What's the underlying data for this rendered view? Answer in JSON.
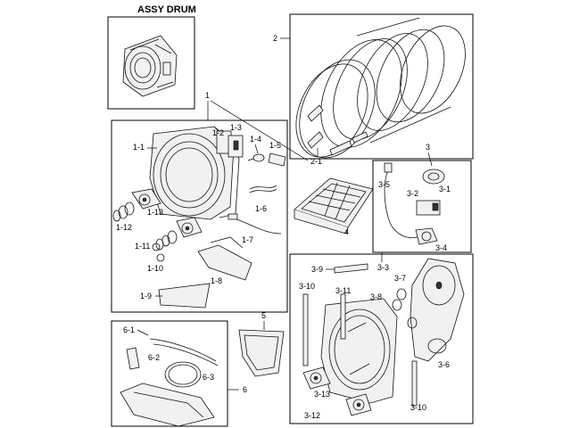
{
  "diagram": {
    "title": "ASSY DRUM",
    "labels": {
      "l1": "1",
      "l1_1": "1-1",
      "l1_2": "1-2",
      "l1_3": "1-3",
      "l1_4": "1-4",
      "l1_5": "1-5",
      "l1_6": "1-6",
      "l1_7": "1-7",
      "l1_8": "1-8",
      "l1_9": "1-9",
      "l1_10": "1-10",
      "l1_11": "1-11",
      "l1_12": "1-12",
      "l1_13": "1-13",
      "l2": "2",
      "l2_1": "2-1",
      "l3": "3",
      "l3_1": "3-1",
      "l3_2": "3-2",
      "l3_3": "3-3",
      "l3_4": "3-4",
      "l3_5": "3-5",
      "l3_6": "3-6",
      "l3_7": "3-7",
      "l3_8": "3-8",
      "l3_9": "3-9",
      "l3_10a": "3-10",
      "l3_10b": "3-10",
      "l3_11": "3-11",
      "l3_12": "3-12",
      "l3_13": "3-13",
      "l4": "4",
      "l5": "5",
      "l6": "6",
      "l6_1": "6-1",
      "l6_2": "6-2",
      "l6_3": "6-3"
    }
  }
}
